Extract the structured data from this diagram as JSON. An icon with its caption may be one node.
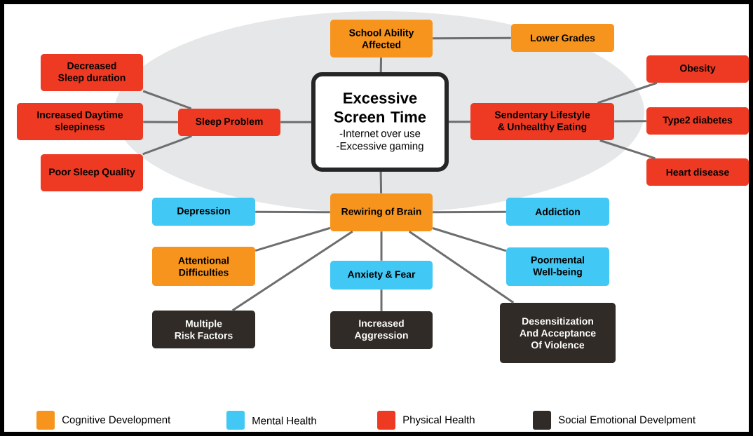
{
  "diagram": {
    "nodes": [
      {
        "text": [
          "Excessive Screen Time",
          "-Internet over use",
          "-Excessive gaming"
        ]
      },
      {
        "text": [
          "School Ability Affected"
        ]
      },
      {
        "text": [
          "Lower Grades"
        ]
      },
      {
        "text": [
          "Sleep Problem"
        ]
      },
      {
        "text": [
          "Decreased Sleep duration"
        ]
      },
      {
        "text": [
          "Increased Daytime sleepiness"
        ]
      },
      {
        "text": [
          "Poor Sleep Quality"
        ]
      },
      {
        "text": [
          "Sendentary Lifestyle & Unhealthy Eating"
        ]
      },
      {
        "text": [
          "Obesity"
        ]
      },
      {
        "text": [
          "Type2 diabetes"
        ]
      },
      {
        "text": [
          "Heart disease"
        ]
      },
      {
        "text": [
          "Rewiring of Brain"
        ]
      },
      {
        "text": [
          "Depression"
        ]
      },
      {
        "text": [
          "Addiction"
        ]
      },
      {
        "text": [
          "Attentional Difficulties"
        ]
      },
      {
        "text": [
          "Anxiety & Fear"
        ]
      },
      {
        "text": [
          "Poormental Well-being"
        ]
      },
      {
        "text": [
          "Multiple Risk Factors"
        ]
      },
      {
        "text": [
          "Increased Aggression"
        ]
      },
      {
        "text": [
          "Desensitization And Acceptance Of Violence"
        ]
      }
    ],
    "edges": [
      {
        "from": 0,
        "to": 1,
        "arrow": "none"
      },
      {
        "from": 1,
        "to": 2,
        "arrow": "none"
      },
      {
        "from": 0,
        "to": 3,
        "arrow": "none"
      },
      {
        "from": 3,
        "to": 4,
        "arrow": "none"
      },
      {
        "from": 3,
        "to": 5,
        "arrow": "none"
      },
      {
        "from": 3,
        "to": 6,
        "arrow": "none"
      },
      {
        "from": 0,
        "to": 7,
        "arrow": "none"
      },
      {
        "from": 7,
        "to": 8,
        "arrow": "none"
      },
      {
        "from": 7,
        "to": 9,
        "arrow": "none"
      },
      {
        "from": 7,
        "to": 10,
        "arrow": "none"
      },
      {
        "from": 0,
        "to": 11,
        "arrow": "none"
      },
      {
        "from": 11,
        "to": 12,
        "arrow": "none"
      },
      {
        "from": 11,
        "to": 13,
        "arrow": "none"
      },
      {
        "from": 11,
        "to": 14,
        "arrow": "none"
      },
      {
        "from": 11,
        "to": 17,
        "arrow": "none"
      },
      {
        "from": 11,
        "to": 15,
        "arrow": "none"
      },
      {
        "from": 15,
        "to": 18,
        "arrow": "none"
      },
      {
        "from": 11,
        "to": 16,
        "arrow": "none"
      },
      {
        "from": 11,
        "to": 19,
        "arrow": "none"
      }
    ],
    "legend": [
      {
        "text": "Cognitive Development",
        "color": "#f7941d"
      },
      {
        "text": "Mental Health",
        "color": "#41c8f5"
      },
      {
        "text": "Physical Health",
        "color": "#ef3a23"
      },
      {
        "text": "Social Emotional  Develpment",
        "color": "#302b26"
      }
    ]
  }
}
